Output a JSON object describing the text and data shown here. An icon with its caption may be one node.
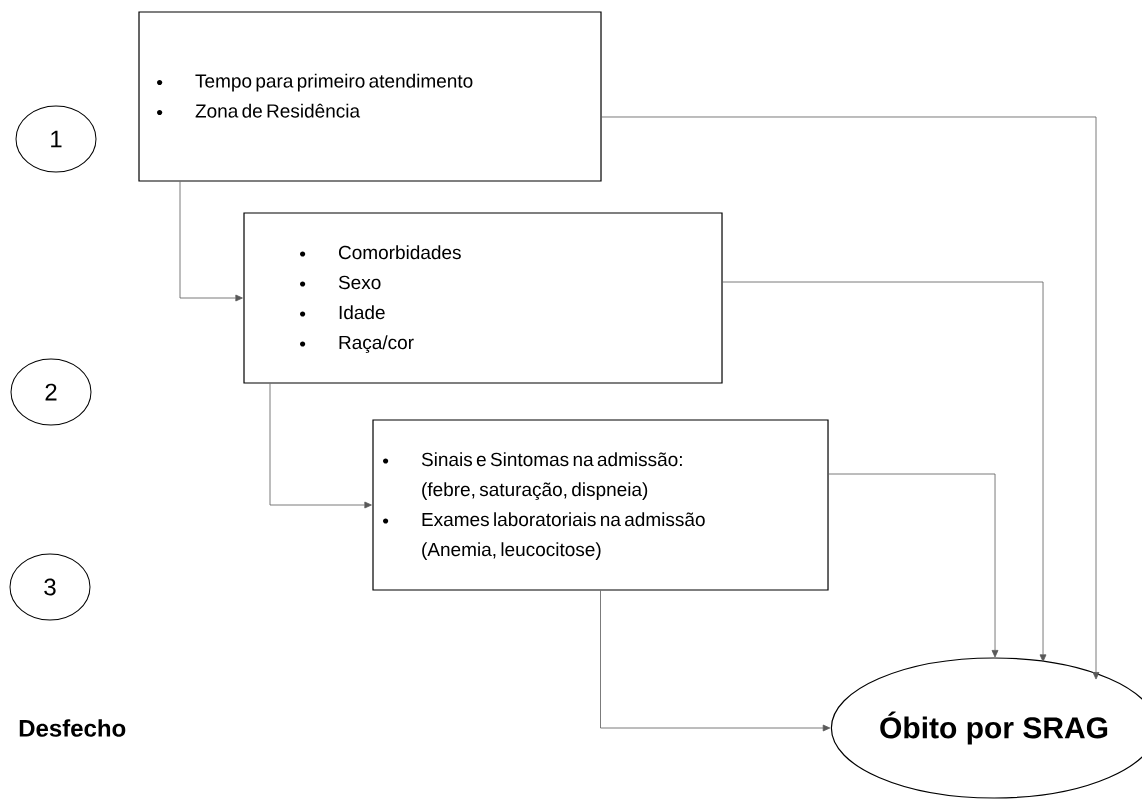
{
  "diagram": {
    "nodes": [
      {
        "text": [
          "Tempo para primeiro atendimento",
          "Zona de Residência"
        ]
      },
      {
        "text": [
          "1"
        ]
      },
      {
        "text": [
          "Comorbidades",
          "Sexo",
          "Idade",
          "Raça/cor"
        ]
      },
      {
        "text": [
          "2"
        ]
      },
      {
        "text": [
          "Sinais e Sintomas na admissão: (febre, saturação, dispneia)",
          "Exames laboratoriais na admissão (Anemia, leucocitose)"
        ]
      },
      {
        "text": [
          "3"
        ]
      },
      {
        "text": [
          "Óbito por SRAG"
        ]
      }
    ],
    "edges": [
      {
        "from": 0,
        "to": 2,
        "arrow": "to"
      },
      {
        "from": 0,
        "to": 6,
        "arrow": "to"
      },
      {
        "from": 2,
        "to": 4,
        "arrow": "to"
      },
      {
        "from": 2,
        "to": 6,
        "arrow": "to"
      },
      {
        "from": 4,
        "to": 6,
        "arrow": "to"
      },
      {
        "from": 4,
        "to": 6,
        "arrow": "to"
      }
    ],
    "labels": [
      "Desfecho"
    ]
  }
}
